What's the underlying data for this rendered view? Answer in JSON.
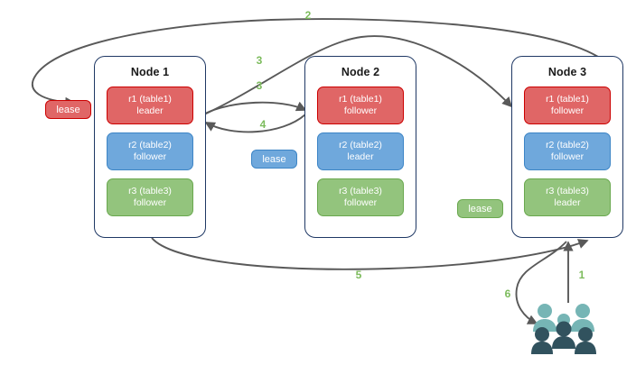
{
  "diagram": {
    "title": "lease-transfer-raft-nodes-diagram",
    "colors": {
      "replica_red": "#e06666",
      "replica_red_border": "#cc0000",
      "replica_blue": "#6fa8dc",
      "replica_blue_border": "#3d85c6",
      "replica_green": "#93c47d",
      "replica_green_border": "#6aa84f",
      "node_border": "#1f3864",
      "edge": "#595959",
      "edge_label": "#7cbb5c",
      "people_light": "#76b5b5",
      "people_dark": "#31525e"
    }
  },
  "nodes": [
    {
      "title": "Node 1",
      "replicas": [
        {
          "name": "r1 (table1)",
          "role": "leader",
          "color": "red"
        },
        {
          "name": "r2 (table2)",
          "role": "follower",
          "color": "blue"
        },
        {
          "name": "r3 (table3)",
          "role": "follower",
          "color": "green"
        }
      ]
    },
    {
      "title": "Node 2",
      "replicas": [
        {
          "name": "r1 (table1)",
          "role": "follower",
          "color": "red"
        },
        {
          "name": "r2 (table2)",
          "role": "leader",
          "color": "blue"
        },
        {
          "name": "r3 (table3)",
          "role": "follower",
          "color": "green"
        }
      ]
    },
    {
      "title": "Node 3",
      "replicas": [
        {
          "name": "r1 (table1)",
          "role": "follower",
          "color": "red"
        },
        {
          "name": "r2 (table2)",
          "role": "follower",
          "color": "blue"
        },
        {
          "name": "r3 (table3)",
          "role": "leader",
          "color": "green"
        }
      ]
    }
  ],
  "leases": [
    {
      "label": "lease",
      "color": "red"
    },
    {
      "label": "lease",
      "color": "blue"
    },
    {
      "label": "lease",
      "color": "green"
    }
  ],
  "edge_labels": [
    {
      "text": "2"
    },
    {
      "text": "3"
    },
    {
      "text": "3"
    },
    {
      "text": "4"
    },
    {
      "text": "5"
    },
    {
      "text": "1"
    },
    {
      "text": "6"
    }
  ],
  "actor": {
    "icon": "people-icon",
    "figure_count": 6
  }
}
